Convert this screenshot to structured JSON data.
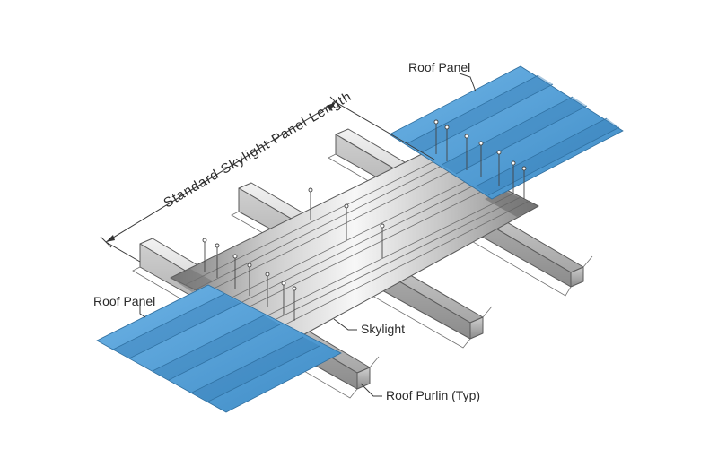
{
  "labels": {
    "roof_panel_top": "Roof Panel",
    "roof_panel_left": "Roof  Panel",
    "skylight": "Skylight",
    "roof_purlin": "Roof Purlin (Typ)",
    "dimension": "Standard Skylight Panel Length"
  },
  "colors": {
    "roof_panel": "#5aa7df",
    "roof_panel_shade": "#3f8cc6",
    "skylight_light": "#f4f4f4",
    "skylight_dark": "#8a8a8a",
    "purlin_light": "#e6e6e6",
    "purlin_dark": "#9a9a9a",
    "line": "#555555"
  },
  "icons": [
    "fastener-icon",
    "dimension-arrow-icon"
  ]
}
